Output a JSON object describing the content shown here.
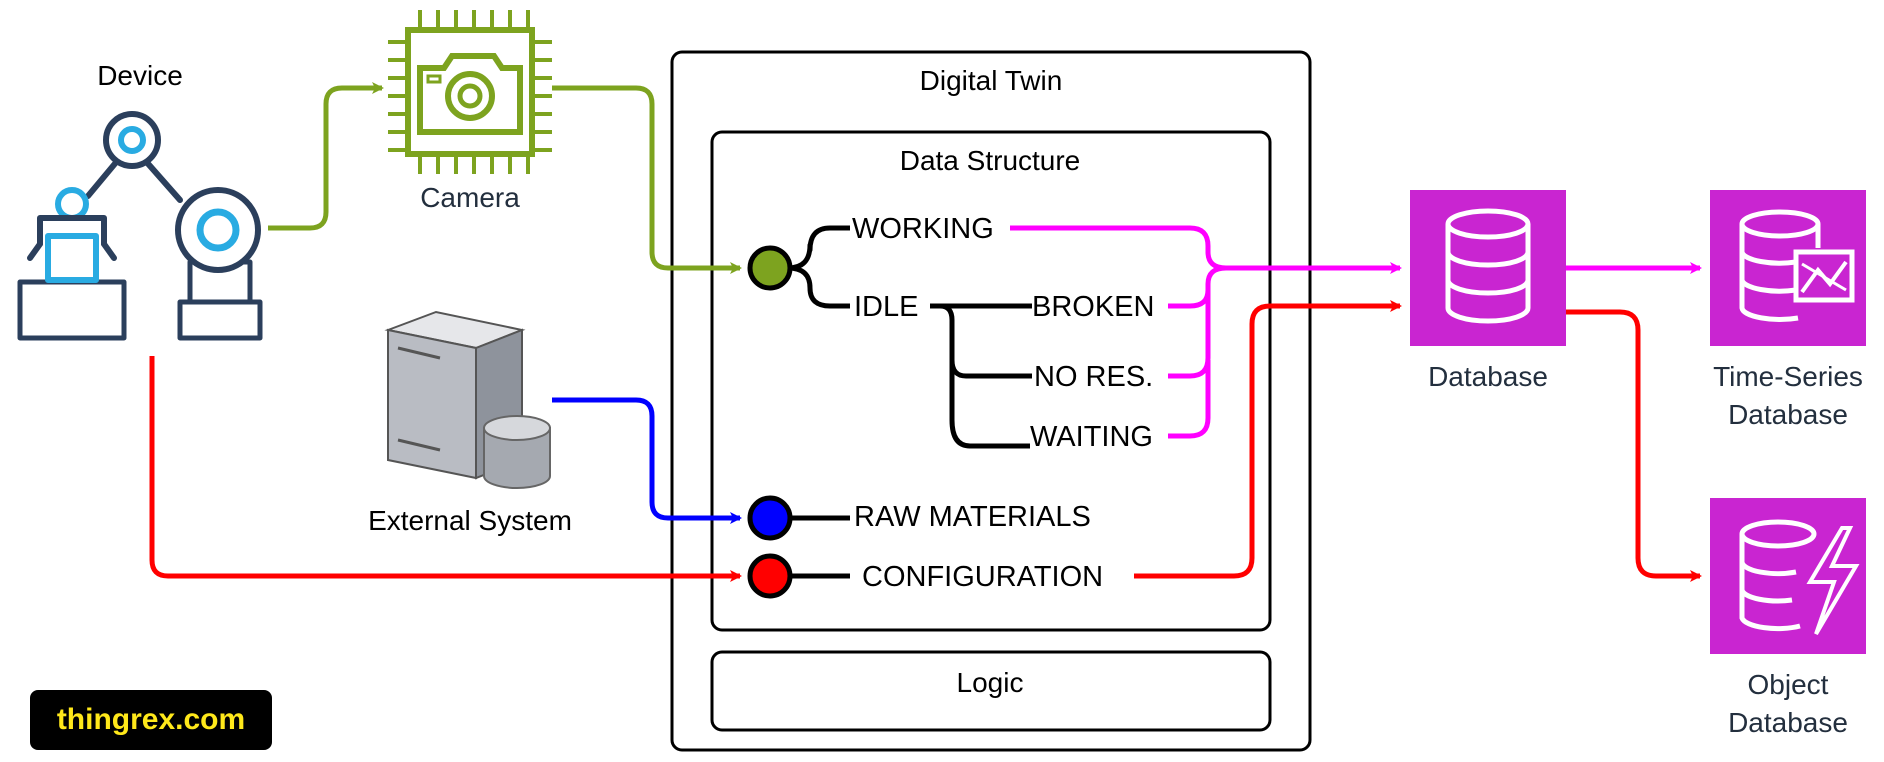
{
  "labels": {
    "device": "Device",
    "camera": "Camera",
    "external_system": "External System",
    "digital_twin": "Digital Twin",
    "data_structure": "Data Structure",
    "logic": "Logic",
    "working": "WORKING",
    "idle": "IDLE",
    "broken": "BROKEN",
    "no_res": "NO RES.",
    "waiting": "WAITING",
    "raw_materials": "RAW MATERIALS",
    "configuration": "CONFIGURATION",
    "database": "Database",
    "ts_db_line1": "Time-Series",
    "ts_db_line2": "Database",
    "obj_db_line1": "Object",
    "obj_db_line2": "Database"
  },
  "brand": "thingrex.com",
  "colors": {
    "camera_flow": "#7da31f",
    "external_flow": "#0000ff",
    "device_flow": "#ff0000",
    "state_flow": "#ff00ff",
    "db_tile": "#c925d1",
    "device_blue": "#29abe2",
    "device_dark": "#2b3f5c",
    "brand_text": "#ffe81a"
  },
  "icons": {
    "device": "robot-arm-icon",
    "camera": "camera-chip-icon",
    "external_system": "server-icon",
    "database": "database-icon",
    "time_series_database": "timestream-icon",
    "object_database": "dynamodb-icon"
  }
}
